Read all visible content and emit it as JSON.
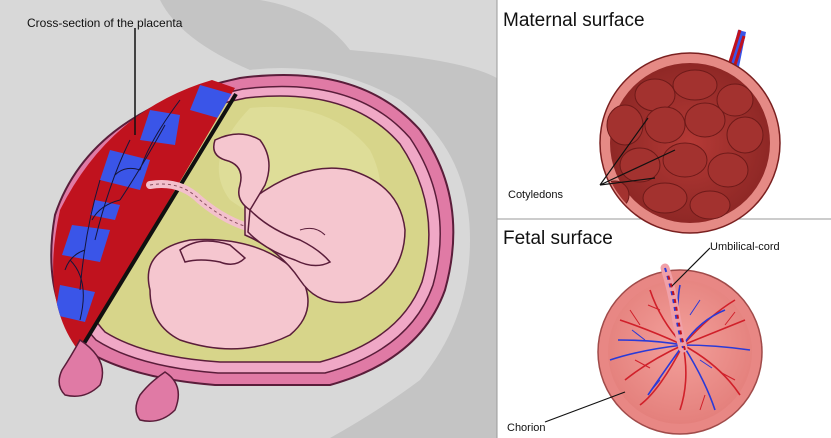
{
  "labels": {
    "cross_section": "Cross-section of the placenta",
    "maternal_surface": "Maternal surface",
    "cotyledons": "Cotyledons",
    "fetal_surface": "Fetal surface",
    "umbilical_cord": "Umbilical-cord",
    "chorion": "Chorion"
  },
  "colors": {
    "background_gray": "#d8d8d8",
    "silhouette_gray": "#c4c4c4",
    "uterus_pink": "#e07aa5",
    "amniotic_fluid": "#d7d58a",
    "fetus_pink": "#f5c6cf",
    "placenta_red": "#c0121e",
    "placenta_blue": "#3a55e8",
    "maternal_red": "#9e2d2b",
    "fetal_disc": "#e88784"
  }
}
